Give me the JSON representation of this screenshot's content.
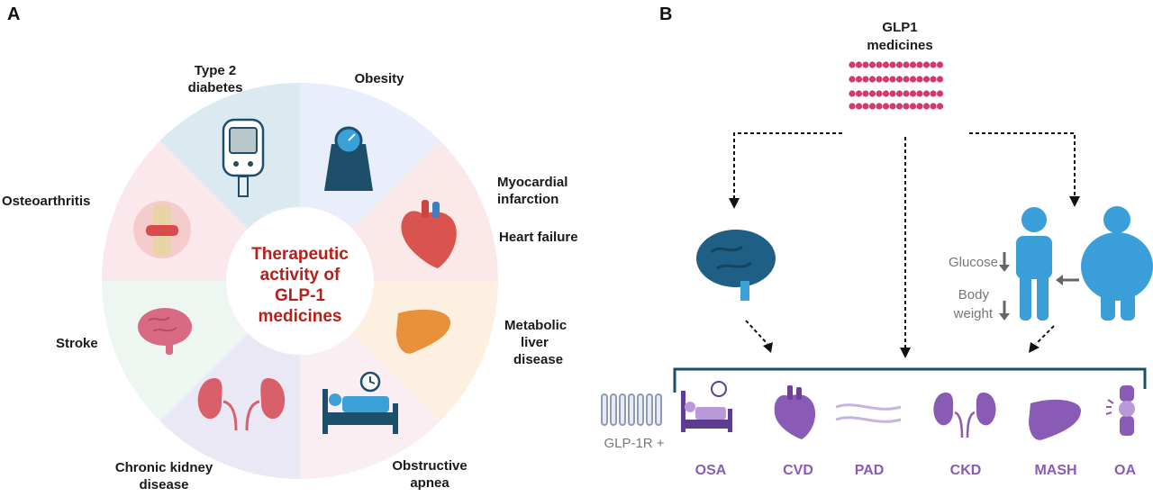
{
  "panel_a": {
    "letter": "A",
    "center_lines": [
      "Therapeutic",
      "activity of",
      "GLP-1",
      "medicines"
    ],
    "labels": {
      "type2_line1": "Type 2",
      "type2_line2": "diabetes",
      "obesity": "Obesity",
      "mi_line1": "Myocardial",
      "mi_line2": "infarction",
      "heart_failure": "Heart failure",
      "liver_line1": "Metabolic",
      "liver_line2": "liver",
      "liver_line3": "disease",
      "apnea_line1": "Obstructive",
      "apnea_line2": "apnea",
      "ckd_line1": "Chronic kidney",
      "ckd_line2": "disease",
      "stroke": "Stroke",
      "osteoarthritis": "Osteoarthritis"
    },
    "colors": {
      "center_text": "#b5201c",
      "segments": [
        "#dbeaf0",
        "#e8eefa",
        "#fbe9ea",
        "#fdf0e0",
        "#fbeef3",
        "#ebe8f5",
        "#eef6f1",
        "#fbe8ec"
      ]
    }
  },
  "panel_b": {
    "letter": "B",
    "title_line1": "GLP1",
    "title_line2": "medicines",
    "glucose": "Glucose",
    "body_line1": "Body",
    "body_line2": "weight",
    "receptor": "GLP-1R +",
    "conditions": [
      "OSA",
      "CVD",
      "PAD",
      "CKD",
      "MASH",
      "OA"
    ],
    "colors": {
      "peptide": "#d23a6a",
      "brain": "#1f5f86",
      "person": "#3a9fd8",
      "bracket": "#1d4f6b",
      "condition": "#8a5bb5"
    }
  }
}
